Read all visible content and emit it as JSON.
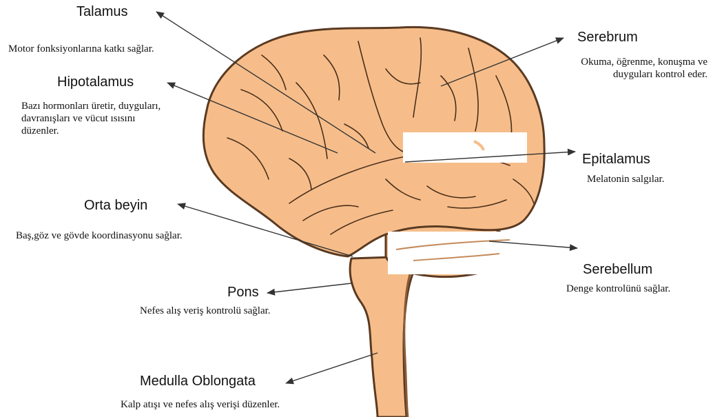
{
  "labels": {
    "talamus": {
      "title": "Talamus",
      "desc": "Motor fonksiyonlarına katkı sağlar."
    },
    "hipotalamus": {
      "title": "Hipotalamus",
      "desc": "Bazı hormonları üretir, duyguları, davranışları ve vücut ısısını düzenler."
    },
    "orta_beyin": {
      "title": "Orta beyin",
      "desc": "Baş,göz ve gövde koordinasyonu sağlar."
    },
    "pons": {
      "title": "Pons",
      "desc": "Nefes alış veriş kontrolü sağlar."
    },
    "medulla": {
      "title": "Medulla Oblongata",
      "desc": "Kalp atışı ve nefes alış verişi düzenler."
    },
    "serebrum": {
      "title": "Serebrum",
      "desc": "Okuma, öğrenme, konuşma ve duyguları kontrol eder."
    },
    "epitalamus": {
      "title": "Epitalamus",
      "desc": "Melatonin salgılar."
    },
    "serebellum": {
      "title": "Serebellum",
      "desc": "Denge kontrolünü sağlar."
    }
  },
  "colors": {
    "brain_fill": "#f6bd8a",
    "outline": "#5a3a22",
    "sulci": "#4a2e1a",
    "arrow": "#333333"
  }
}
